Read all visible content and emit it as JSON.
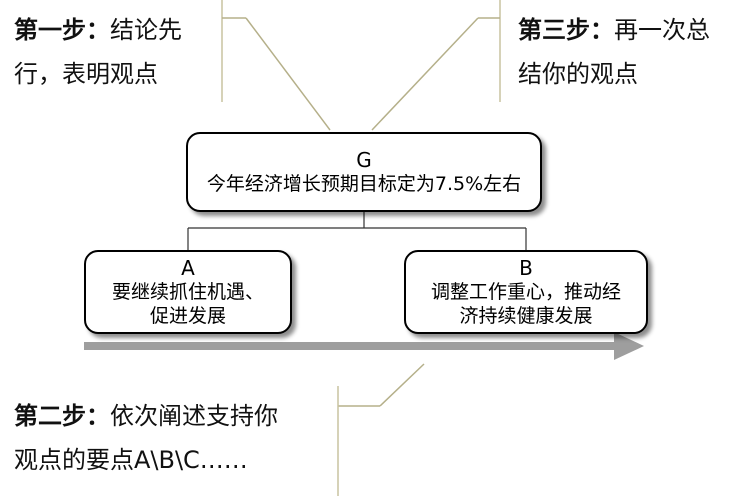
{
  "steps": {
    "one": {
      "title": "第一步：",
      "line1": "结论先",
      "line2": "行，表明观点"
    },
    "three": {
      "title": "第三步：",
      "line1": "再一次总",
      "line2": "结你的观点"
    },
    "two": {
      "title": "第二步：",
      "line1": "依次阐述支持你",
      "line2": "观点的要点A\\B\\C……"
    }
  },
  "nodes": {
    "g": {
      "id": "G",
      "text": "今年经济增长预期目标定为7.5%左右"
    },
    "a": {
      "id": "A",
      "line1": "要继续抓住机遇、",
      "line2": "促进发展"
    },
    "b": {
      "id": "B",
      "line1": "调整工作重心，推动经",
      "line2": "济持续健康发展"
    }
  },
  "colors": {
    "connector": "#b5b08a",
    "arrow": "#9e9e9e",
    "border": "#000000"
  }
}
